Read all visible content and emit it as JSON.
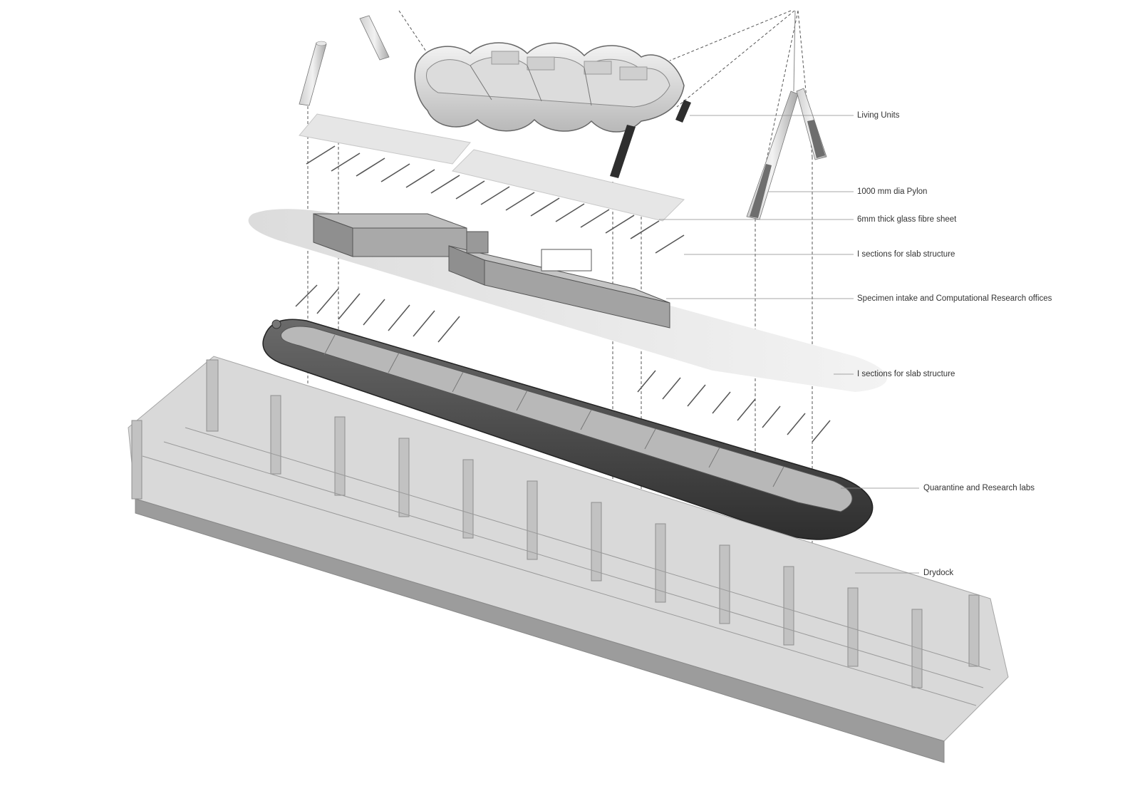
{
  "diagram": {
    "labels": [
      "Living Units",
      "1000 mm dia Pylon",
      "6mm thick glass fibre sheet",
      "I sections for slab structure",
      "Specimen intake and Computational Research offices",
      "I sections for slab structure",
      "Quarantine and Research labs",
      "Drydock"
    ]
  },
  "colors": {
    "background": "#ffffff",
    "hull_dark": "#4a4a4a",
    "frame_grey": "#b4b4b4",
    "sheet_light": "#e6e6e6",
    "leader_line": "#8a8a8a"
  }
}
